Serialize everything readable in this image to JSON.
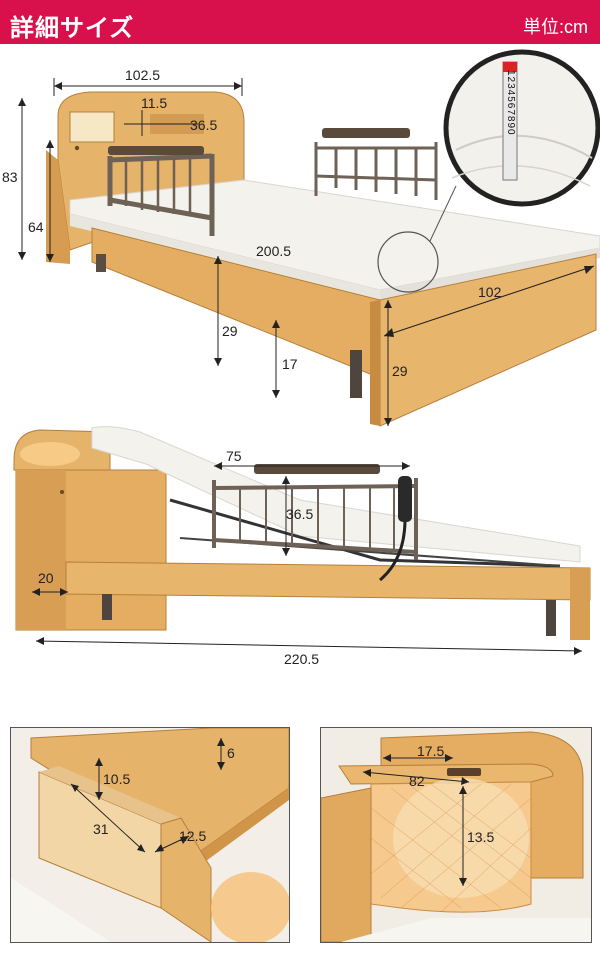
{
  "header": {
    "title": "詳細サイズ",
    "unit": "単位:cm",
    "bg_color": "#d8114c"
  },
  "bed_top": {
    "headboard_width": "102.5",
    "shelf_depth": "11.5",
    "shelf_width": "36.5",
    "total_height": "83",
    "headboard_height": "64",
    "length": "200.5",
    "width": "102",
    "mattress_height": "29",
    "leg_height": "17",
    "frame_height": "29",
    "ruler_digits": "1234567890"
  },
  "bed_side": {
    "rail_width": "75",
    "rail_height": "36.5",
    "headboard_depth": "20",
    "total_length": "220.5"
  },
  "drawer_detail": {
    "board_thickness": "6",
    "drawer_height": "10.5",
    "drawer_depth": "31",
    "drawer_width": "12.5"
  },
  "light_detail": {
    "shelf_depth": "17.5",
    "shelf_width": "82",
    "light_height": "13.5"
  },
  "colors": {
    "wood": "#e2ad63",
    "wood_dark": "#c98d43",
    "mattress": "#f5f3ee",
    "rail": "#6e6155",
    "light": "#f6c98f"
  }
}
